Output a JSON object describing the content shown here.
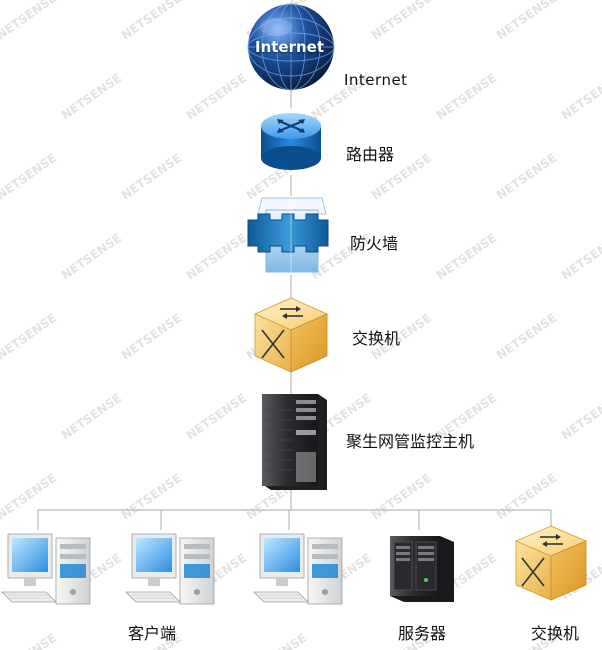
{
  "nodes": {
    "internet": {
      "globe_text": "Internet",
      "label": "Internet"
    },
    "router": {
      "label": "路由器"
    },
    "firewall": {
      "label": "防火墙"
    },
    "switch": {
      "label": "交换机"
    },
    "monitor_host": {
      "label": "聚生网管监控主机"
    }
  },
  "bottom": {
    "clients_label": "客户端",
    "server_label": "服务器",
    "switch_label": "交换机"
  },
  "watermark": "NETSENSE",
  "colors": {
    "line": "#b9b9b9",
    "globe": "#1c4f9a",
    "router": "#1b75c4",
    "firewall": "#2c86c8",
    "switch": "#f2c058",
    "tower": "#2f2f33",
    "monitor": "#1f8ad6"
  },
  "icons": {
    "internet": "globe-icon",
    "router": "router-icon",
    "firewall": "firewall-icon",
    "switch": "switch-icon",
    "host": "server-tower-icon",
    "client": "desktop-computer-icon",
    "server": "rack-server-icon"
  }
}
